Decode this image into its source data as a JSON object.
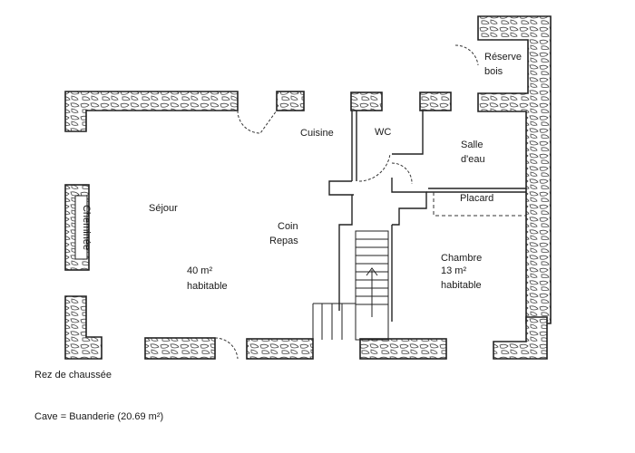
{
  "rooms": {
    "reserve": [
      "Réserve",
      "bois"
    ],
    "cuisine": "Cuisine",
    "wc": "WC",
    "salle": [
      "Salle",
      "d'eau"
    ],
    "placard": "Placard",
    "sejour": "Séjour",
    "coin": [
      "Coin",
      "Repas"
    ],
    "area40": [
      "40 m²",
      "habitable"
    ],
    "chambre": [
      "Chambre",
      "13 m²",
      "habitable"
    ],
    "cheminee": "Cheminée"
  },
  "captions": {
    "level": "Rez de chaussée",
    "cave": "Cave = Buanderie (20.69 m²)"
  }
}
